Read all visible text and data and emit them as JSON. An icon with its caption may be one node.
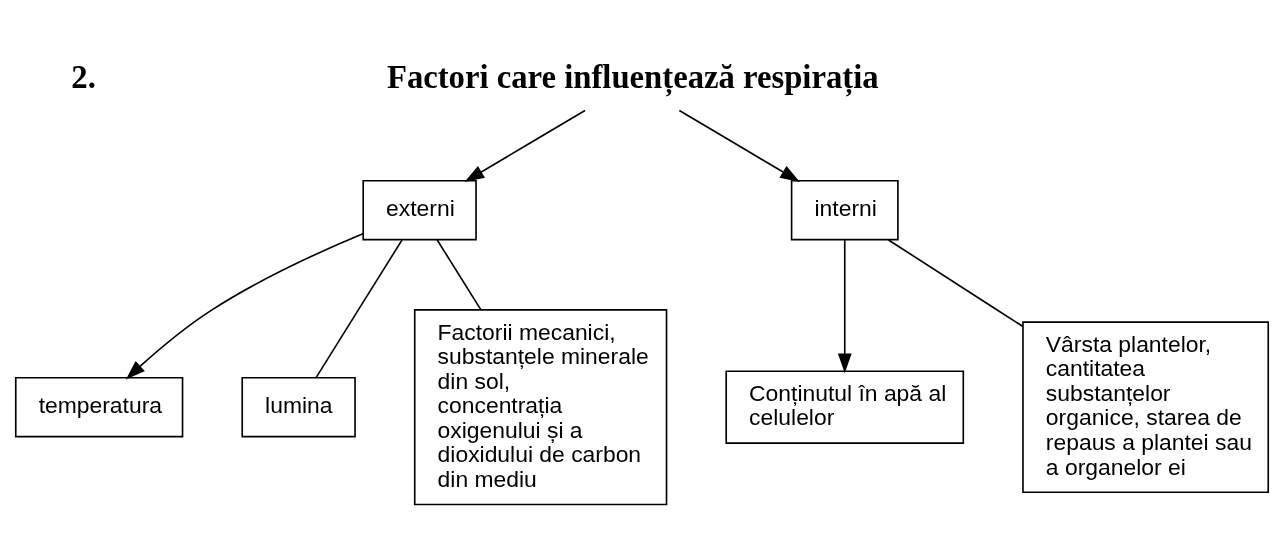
{
  "diagram": {
    "nodes": [
      {
        "text": [
          "Factori care influențează respirația"
        ]
      },
      {
        "text": [
          "externi"
        ]
      },
      {
        "text": [
          "interni"
        ]
      },
      {
        "text": [
          "temperatura"
        ]
      },
      {
        "text": [
          "lumina"
        ]
      },
      {
        "text": [
          "Factorii mecanici, substanțele minerale din sol, concentrația oxigenului și a dioxidului de carbon din mediu"
        ]
      },
      {
        "text": [
          "Conținutul în apă al celulelor"
        ]
      },
      {
        "text": [
          "Vârsta plantelor, cantitatea substanțelor organice, starea de repaus a plantei sau a organelor ei"
        ]
      }
    ],
    "edges": [
      {
        "from": 0,
        "to": 1,
        "arrow": "to"
      },
      {
        "from": 0,
        "to": 2,
        "arrow": "to"
      },
      {
        "from": 1,
        "to": 3,
        "arrow": "to"
      },
      {
        "from": 1,
        "to": 4,
        "arrow": "none"
      },
      {
        "from": 1,
        "to": 5,
        "arrow": "none"
      },
      {
        "from": 2,
        "to": 6,
        "arrow": "to"
      },
      {
        "from": 2,
        "to": 7,
        "arrow": "none"
      }
    ],
    "labels": [
      "2."
    ]
  }
}
